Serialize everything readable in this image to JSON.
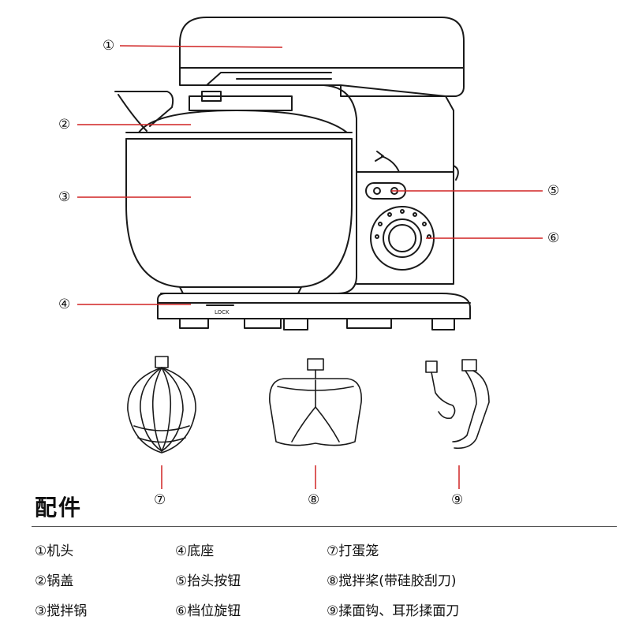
{
  "colors": {
    "leader": "#d02424",
    "outline": "#1a1a1a"
  },
  "callouts": {
    "c1": "①",
    "c2": "②",
    "c3": "③",
    "c4": "④",
    "c5": "⑤",
    "c6": "⑥",
    "c7": "⑦",
    "c8": "⑧",
    "c9": "⑨"
  },
  "base_label": "LOCK",
  "section_title": "配件",
  "legend": {
    "col1": [
      "①机头",
      "②锅盖",
      "③搅拌锅"
    ],
    "col2": [
      "④底座",
      "⑤抬头按钮",
      "⑥档位旋钮"
    ],
    "col3": [
      "⑦打蛋笼",
      "⑧搅拌桨(带硅胶刮刀)",
      "⑨揉面钩、耳形揉面刀"
    ]
  }
}
